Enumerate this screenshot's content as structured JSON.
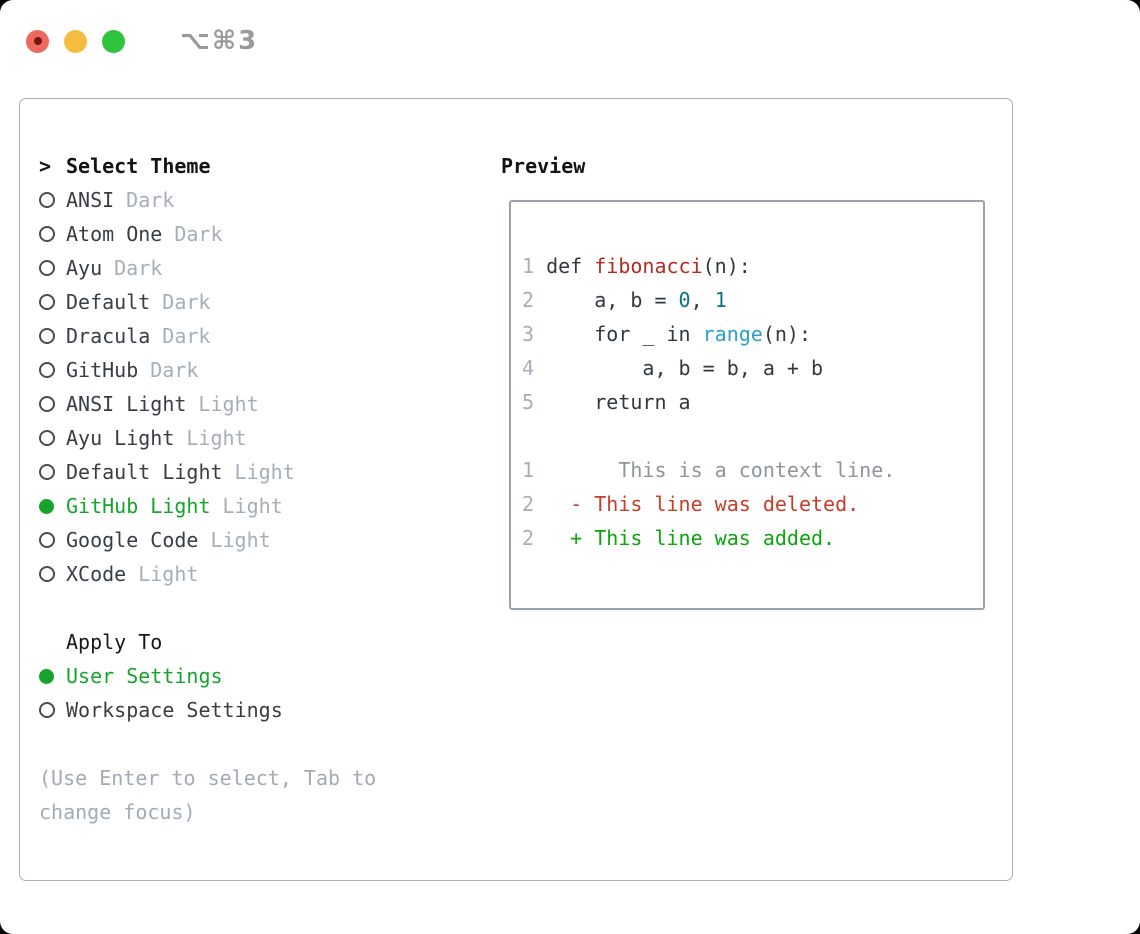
{
  "window": {
    "title": "⌥⌘3"
  },
  "colors": {
    "heading": "#101418",
    "label": "#383e44",
    "muted": "#a6aeb7",
    "help": "#a2aab4",
    "green": "#17a42c",
    "added": "#0da50f",
    "deleted": "#c63d2a",
    "func": "#b12d22",
    "numlit": "#0a7482",
    "builtin": "#2d9fd1",
    "code": "#32383e",
    "num": "#a6aeb7",
    "ctx": "#8d959d"
  },
  "theme_panel": {
    "prompt": ">",
    "heading": "Select Theme",
    "themes": [
      {
        "name": "ANSI",
        "variant": "Dark",
        "selected": false
      },
      {
        "name": "Atom One",
        "variant": "Dark",
        "selected": false
      },
      {
        "name": "Ayu",
        "variant": "Dark",
        "selected": false
      },
      {
        "name": "Default",
        "variant": "Dark",
        "selected": false
      },
      {
        "name": "Dracula",
        "variant": "Dark",
        "selected": false
      },
      {
        "name": "GitHub",
        "variant": "Dark",
        "selected": false
      },
      {
        "name": "ANSI Light",
        "variant": "Light",
        "selected": false
      },
      {
        "name": "Ayu Light",
        "variant": "Light",
        "selected": false
      },
      {
        "name": "Default Light",
        "variant": "Light",
        "selected": false
      },
      {
        "name": "GitHub Light",
        "variant": "Light",
        "selected": true
      },
      {
        "name": "Google Code",
        "variant": "Light",
        "selected": false
      },
      {
        "name": "XCode",
        "variant": "Light",
        "selected": false
      }
    ]
  },
  "apply_panel": {
    "heading": "Apply To",
    "options": [
      {
        "label": "User Settings",
        "selected": true
      },
      {
        "label": "Workspace Settings",
        "selected": false
      }
    ]
  },
  "help_lines": [
    "(Use Enter to select, Tab to",
    "change focus)"
  ],
  "preview": {
    "heading": "Preview",
    "lines": [
      {
        "segs": [
          {
            "t": "1",
            "c": "num"
          },
          {
            "t": " def ",
            "c": "code"
          },
          {
            "t": "fibonacci",
            "c": "func"
          },
          {
            "t": "(n):",
            "c": "code"
          }
        ]
      },
      {
        "segs": [
          {
            "t": "2",
            "c": "num"
          },
          {
            "t": "     a, b = ",
            "c": "code"
          },
          {
            "t": "0",
            "c": "numlit"
          },
          {
            "t": ", ",
            "c": "code"
          },
          {
            "t": "1",
            "c": "numlit"
          }
        ]
      },
      {
        "segs": [
          {
            "t": "3",
            "c": "num"
          },
          {
            "t": "     for _ in ",
            "c": "code"
          },
          {
            "t": "range",
            "c": "builtin"
          },
          {
            "t": "(n):",
            "c": "code"
          }
        ]
      },
      {
        "segs": [
          {
            "t": "4",
            "c": "num"
          },
          {
            "t": "         a, b = b, a + b",
            "c": "code"
          }
        ]
      },
      {
        "segs": [
          {
            "t": "5",
            "c": "num"
          },
          {
            "t": "     return a",
            "c": "code"
          }
        ]
      },
      {
        "segs": []
      },
      {
        "segs": [
          {
            "t": "1",
            "c": "num"
          },
          {
            "t": "       This is a context line.",
            "c": "ctx"
          }
        ]
      },
      {
        "segs": [
          {
            "t": "2",
            "c": "num"
          },
          {
            "t": "   - This line was deleted.",
            "c": "deleted"
          }
        ]
      },
      {
        "segs": [
          {
            "t": "2",
            "c": "num"
          },
          {
            "t": "   + This line was added.",
            "c": "added"
          }
        ]
      }
    ]
  }
}
